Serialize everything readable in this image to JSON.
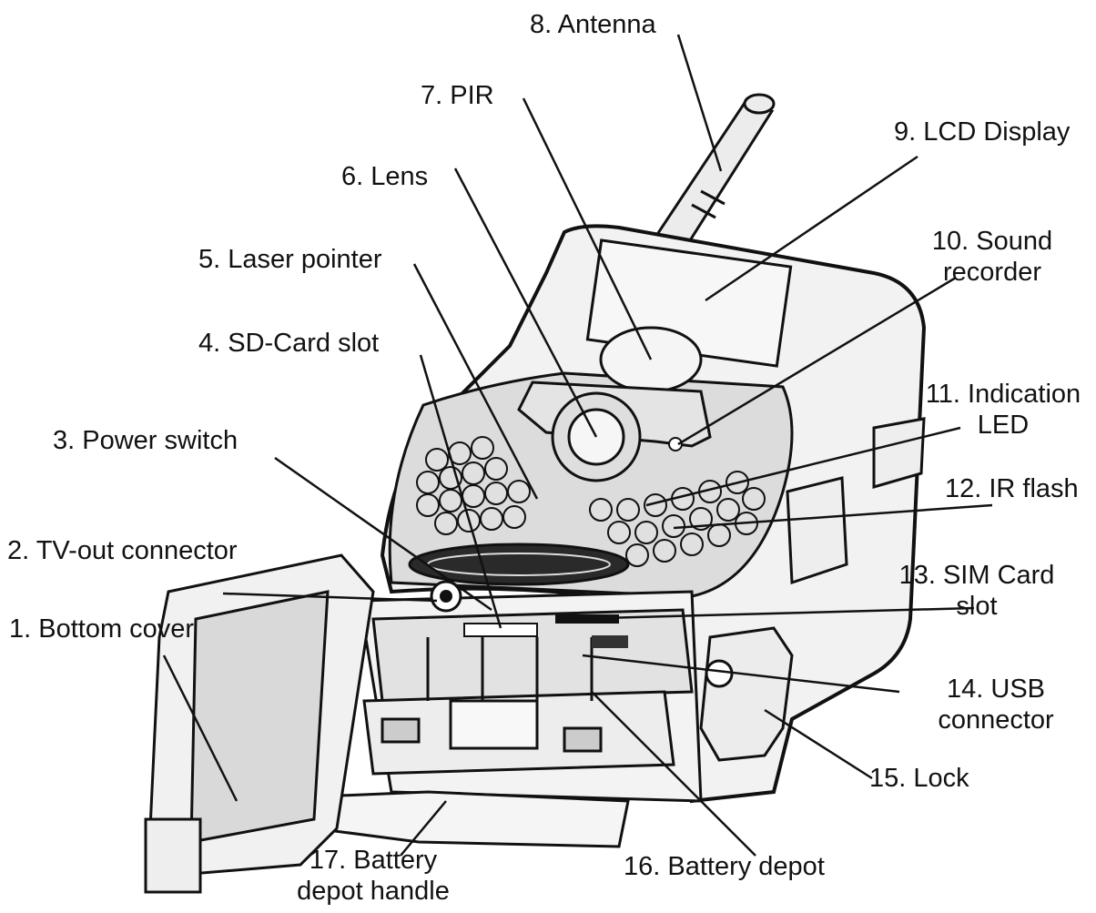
{
  "labels": {
    "l1": "1. Bottom cover",
    "l2": "2. TV-out connector",
    "l3": "3. Power switch",
    "l4": "4. SD-Card slot",
    "l5": "5. Laser pointer",
    "l6": "6. Lens",
    "l7": "7. PIR",
    "l8": "8. Antenna",
    "l9": "9. LCD Display",
    "l10a": "10. Sound",
    "l10b": "recorder",
    "l11a": "11. Indication",
    "l11b": "LED",
    "l12": "12. IR flash",
    "l13a": "13. SIM Card",
    "l13b": "slot",
    "l14a": "14. USB",
    "l14b": "connector",
    "l15": "15. Lock",
    "l16": "16. Battery depot",
    "l17a": "17. Battery",
    "l17b": "depot handle"
  },
  "colors": {
    "ink": "#111111",
    "fill": "#e6e6e6",
    "dark": "#2a2a2a"
  }
}
